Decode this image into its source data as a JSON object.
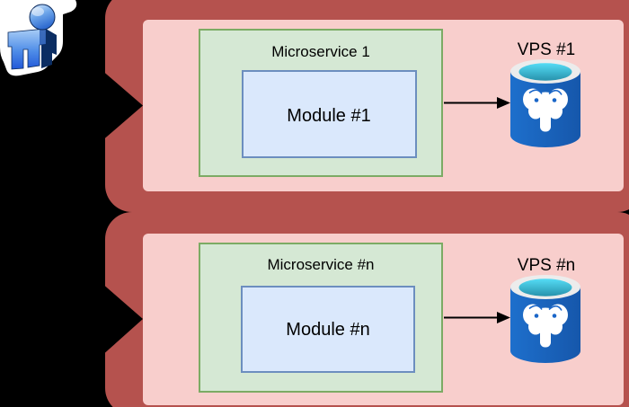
{
  "diagram": {
    "type": "microservices-architecture",
    "actor": {
      "icon": "3d-user-icon",
      "bubble_color": "#ffffff"
    },
    "groups": [
      {
        "microservice_label": "Microservice 1",
        "module_label": "Module #1",
        "vps_label": "VPS #1",
        "db_icon": "postgresql-elephant-database-icon"
      },
      {
        "microservice_label": "Microservice #n",
        "module_label": "Module #n",
        "vps_label": "VPS #n",
        "db_icon": "postgresql-elephant-database-icon"
      }
    ],
    "colors": {
      "background": "#000000",
      "container_fill": "#f8cecc",
      "container_border": "#b5524e",
      "microservice_fill": "#d5e8d4",
      "microservice_border": "#7cab64",
      "module_fill": "#dae8fc",
      "module_border": "#6c8ebf",
      "arrow": "#000000",
      "db_body_blue": "#1a66c8",
      "db_rim": "#ececec",
      "db_water_top": "#55ddf6",
      "db_water_bottom": "#2792ac",
      "text": "#000000"
    }
  }
}
